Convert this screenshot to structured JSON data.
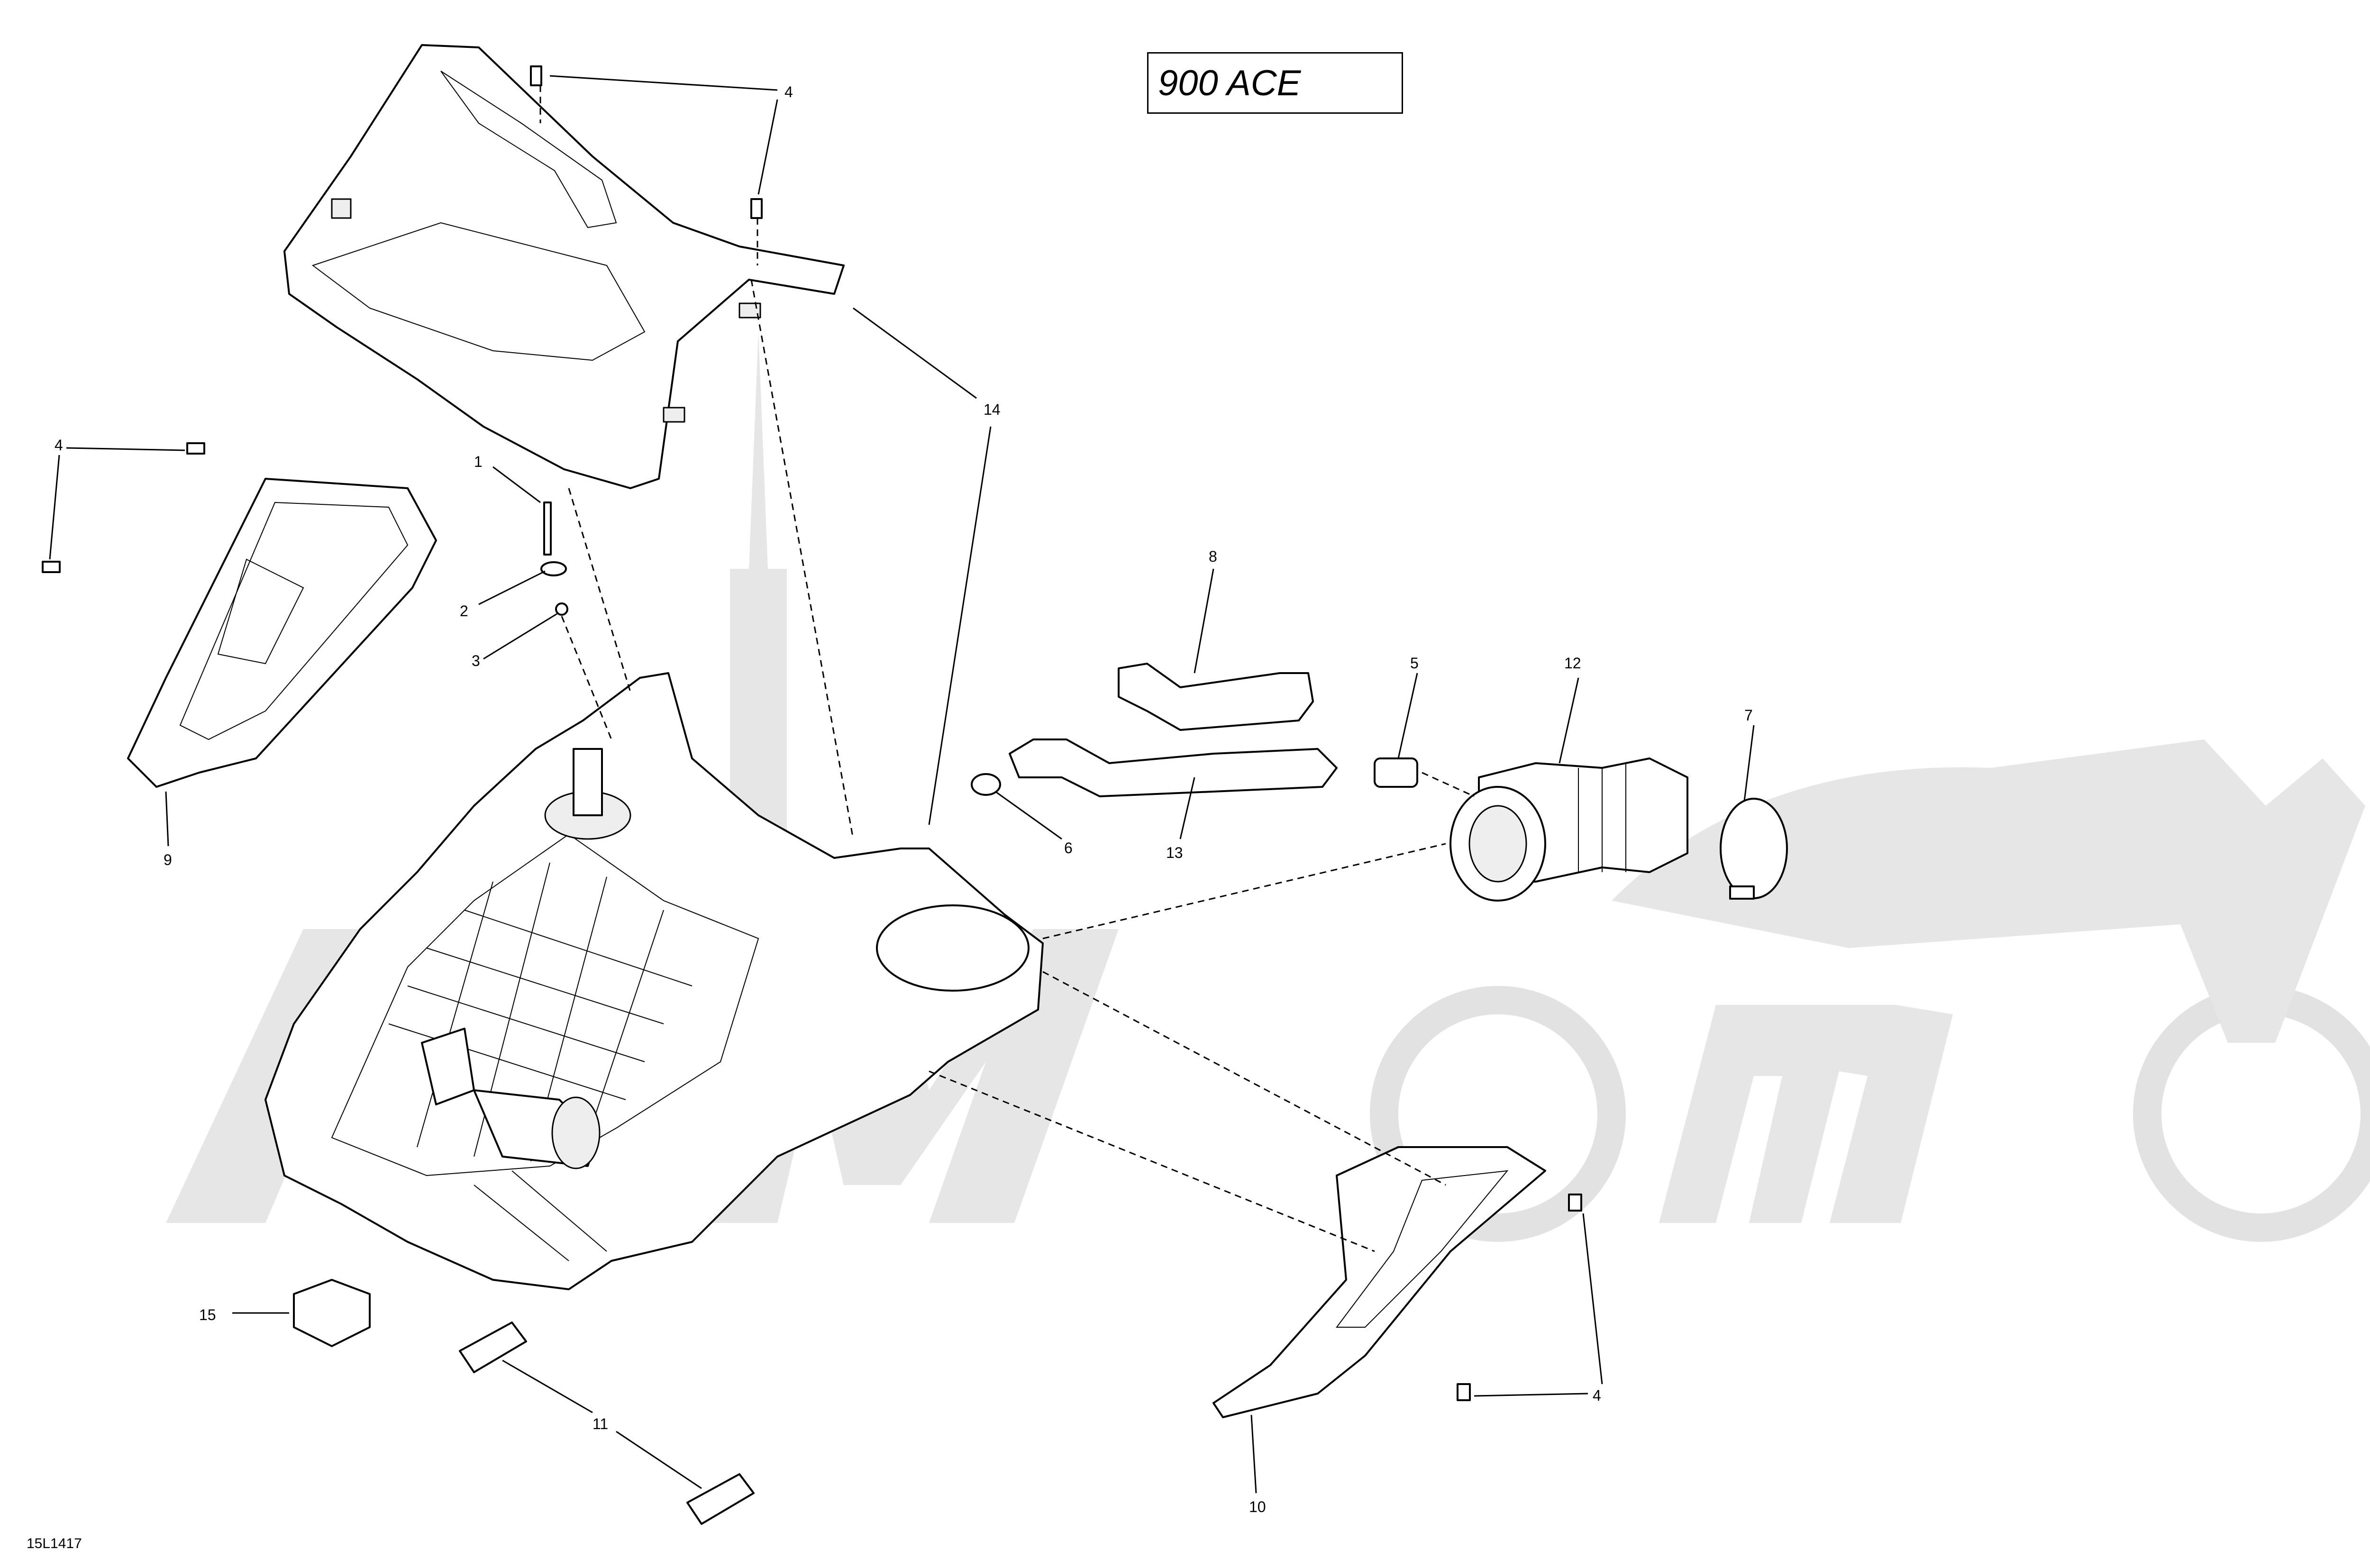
{
  "title": "900 ACE",
  "reference_code": "15L1417",
  "callout_labels": {
    "c1": "1",
    "c2": "2",
    "c3": "3",
    "c4a": "4",
    "c4b": "4",
    "c4c": "4",
    "c5": "5",
    "c6": "6",
    "c7": "7",
    "c8": "8",
    "c9": "9",
    "c10": "10",
    "c11": "11",
    "c12": "12",
    "c13": "13",
    "c14": "14",
    "c15": "15"
  },
  "colors": {
    "line": "#000000",
    "background": "#ffffff",
    "watermark": "#e6e6e6"
  }
}
